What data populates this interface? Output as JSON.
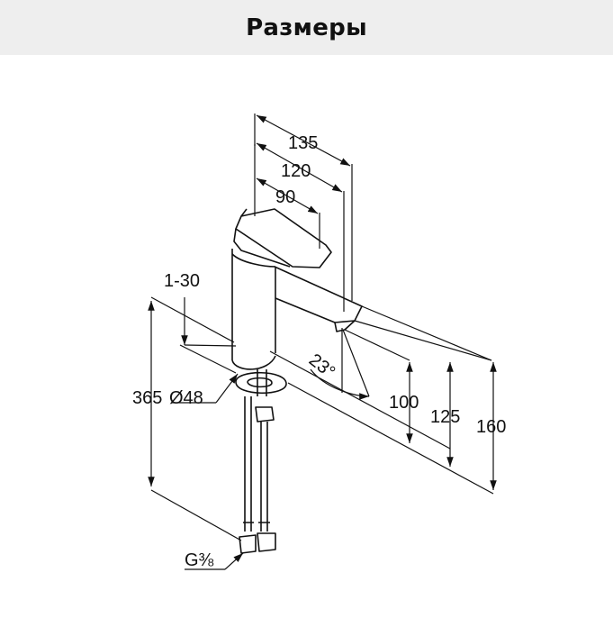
{
  "header": {
    "title": "Размеры"
  },
  "dimensions": {
    "spout_reach_135": "135",
    "spout_reach_120": "120",
    "handle_90": "90",
    "deck_thickness": "1-30",
    "total_height": "365",
    "base_diameter": "Ø48",
    "angle": "23°",
    "outlet_height_100": "100",
    "height_125": "125",
    "height_160": "160",
    "connection_thread": "G⅜"
  }
}
